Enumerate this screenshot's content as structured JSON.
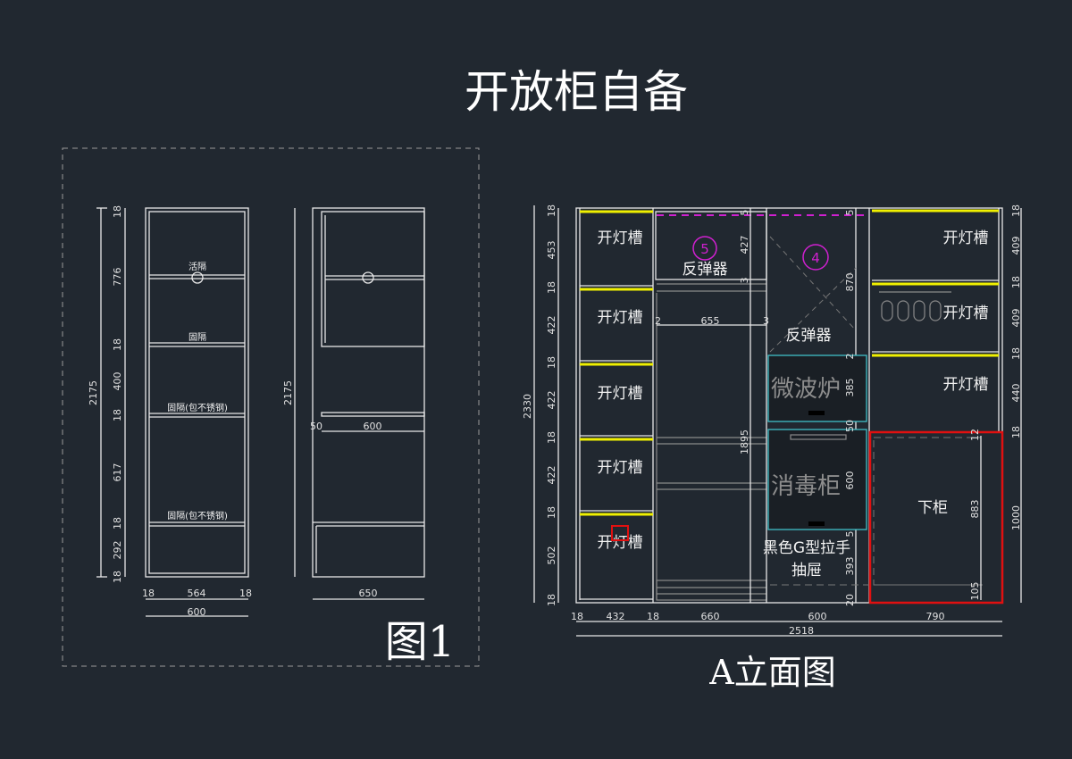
{
  "title": "开放柜自备",
  "figure1": {
    "caption": "图1",
    "front": {
      "height_total": "2175",
      "vertical_dims": [
        "18",
        "776",
        "18",
        "400",
        "18",
        "617",
        "18",
        "292",
        "18"
      ],
      "bottom_dims": [
        "18",
        "564",
        "18"
      ],
      "width_total": "600",
      "shelf_labels": [
        "活隔",
        "固隔",
        "固隔(包不锈钢)",
        "固隔(包不锈钢)"
      ]
    },
    "side": {
      "height_total": "2175",
      "inner_dims": [
        "50",
        "600"
      ],
      "width_total": "650"
    }
  },
  "elevation": {
    "caption": "A立面图",
    "height_total": "2330",
    "left_dims": [
      "18",
      "453",
      "18",
      "422",
      "18",
      "422",
      "18",
      "422",
      "18",
      "502",
      "18"
    ],
    "light_slot": "开灯槽",
    "reflector": "反弹器",
    "markers": [
      "5",
      "4"
    ],
    "col2_dims": {
      "top": "5",
      "upper": "427",
      "gap": "3",
      "width": "655",
      "gap2": "3",
      "height": "1895",
      "left_gap": "2"
    },
    "col3_dims": [
      "5",
      "870",
      "2",
      "385",
      "50",
      "600",
      "5",
      "393",
      "20"
    ],
    "microwave": "微波炉",
    "sterilizer": "消毒柜",
    "handle": "黑色G型拉手",
    "drawer": "抽屉",
    "lower_cabinet": "下柜",
    "col4_dims": {
      "right": [
        "18",
        "409",
        "18",
        "409",
        "18",
        "440",
        "18"
      ],
      "inner": [
        "12",
        "883",
        "105"
      ],
      "lower": "1000"
    },
    "bottom_dims": [
      "18",
      "432",
      "18",
      "660",
      "600",
      "790"
    ],
    "width_total": "2518"
  },
  "colors": {
    "background": "#212830",
    "yellow": "#f0f000",
    "magenta": "#d020d0",
    "red": "#e01010",
    "cyan": "#40c0c8"
  }
}
